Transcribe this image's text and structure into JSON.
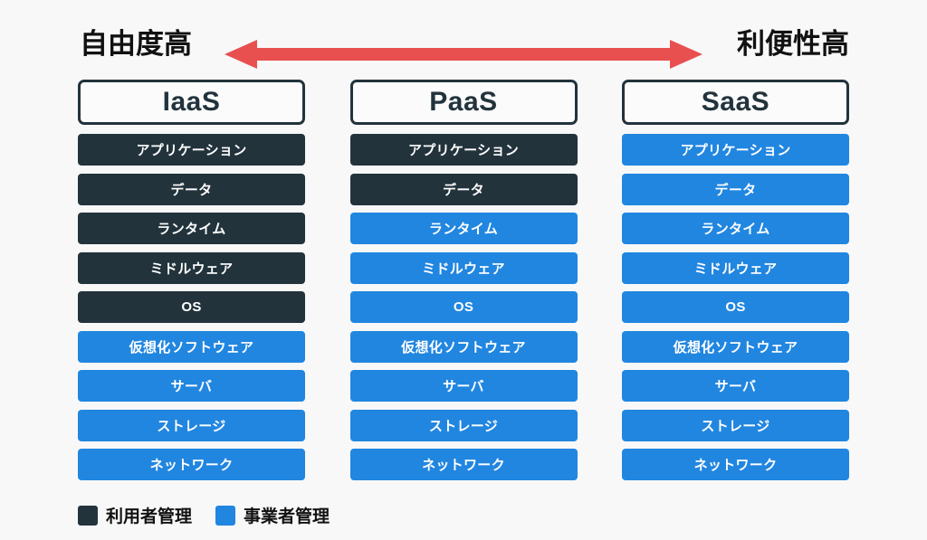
{
  "background_color": "#f8f8f8",
  "axis": {
    "left_label": "自由度高",
    "right_label": "利便性高",
    "arrow_color": "#e8504f",
    "arrow_direction": "double"
  },
  "colors": {
    "user_managed": "#22333c",
    "vendor_managed": "#2186e0",
    "accent_red": "#e8504f",
    "header_border": "#22333c",
    "header_text": "#22333c"
  },
  "columns": [
    {
      "title": "IaaS",
      "layers": [
        {
          "label": "アプリケーション",
          "owner": "user"
        },
        {
          "label": "データ",
          "owner": "user"
        },
        {
          "label": "ランタイム",
          "owner": "user"
        },
        {
          "label": "ミドルウェア",
          "owner": "user"
        },
        {
          "label": "OS",
          "owner": "user"
        },
        {
          "label": "仮想化ソフトウェア",
          "owner": "vendor"
        },
        {
          "label": "サーバ",
          "owner": "vendor"
        },
        {
          "label": "ストレージ",
          "owner": "vendor"
        },
        {
          "label": "ネットワーク",
          "owner": "vendor"
        }
      ]
    },
    {
      "title": "PaaS",
      "layers": [
        {
          "label": "アプリケーション",
          "owner": "user"
        },
        {
          "label": "データ",
          "owner": "user"
        },
        {
          "label": "ランタイム",
          "owner": "vendor"
        },
        {
          "label": "ミドルウェア",
          "owner": "vendor"
        },
        {
          "label": "OS",
          "owner": "vendor"
        },
        {
          "label": "仮想化ソフトウェア",
          "owner": "vendor"
        },
        {
          "label": "サーバ",
          "owner": "vendor"
        },
        {
          "label": "ストレージ",
          "owner": "vendor"
        },
        {
          "label": "ネットワーク",
          "owner": "vendor"
        }
      ]
    },
    {
      "title": "SaaS",
      "layers": [
        {
          "label": "アプリケーション",
          "owner": "vendor"
        },
        {
          "label": "データ",
          "owner": "vendor"
        },
        {
          "label": "ランタイム",
          "owner": "vendor"
        },
        {
          "label": "ミドルウェア",
          "owner": "vendor"
        },
        {
          "label": "OS",
          "owner": "vendor"
        },
        {
          "label": "仮想化ソフトウェア",
          "owner": "vendor"
        },
        {
          "label": "サーバ",
          "owner": "vendor"
        },
        {
          "label": "ストレージ",
          "owner": "vendor"
        },
        {
          "label": "ネットワーク",
          "owner": "vendor"
        }
      ]
    }
  ],
  "legend": [
    {
      "label": "利用者管理",
      "owner": "user"
    },
    {
      "label": "事業者管理",
      "owner": "vendor"
    }
  ]
}
